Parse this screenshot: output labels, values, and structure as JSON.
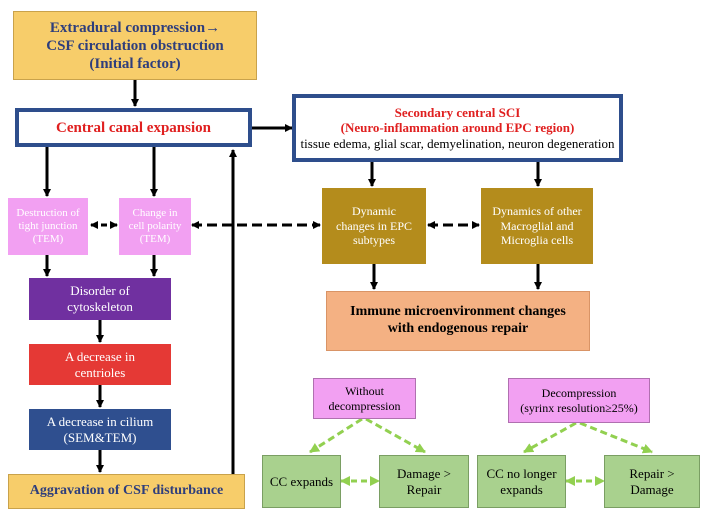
{
  "initial": {
    "line1": "Extradural compression→",
    "line2": "CSF circulation obstruction",
    "line3": "(Initial factor)"
  },
  "central": {
    "label": "Central canal expansion"
  },
  "secondary": {
    "line1": "Secondary central SCI",
    "line2": "(Neuro-inflammation around EPC region)",
    "line3": "tissue edema, glial scar, demyelination, neuron degeneration"
  },
  "tight": {
    "line1": "Destruction of",
    "line2": "tight junction",
    "line3": "(TEM)"
  },
  "polarity": {
    "line1": "Change in",
    "line2": "cell polarity",
    "line3": "(TEM)"
  },
  "epc": {
    "line1": "Dynamic",
    "line2": "changes in EPC",
    "line3": "subtypes"
  },
  "glia": {
    "line1": "Dynamics of other",
    "line2": "Macroglial and",
    "line3": "Microglia cells"
  },
  "immune": {
    "line1": "Immune microenvironment changes",
    "line2": "with endogenous repair"
  },
  "cyto": {
    "line1": "Disorder of",
    "line2": "cytoskeleton"
  },
  "centrioles": {
    "line1": "A decrease in",
    "line2": "centrioles"
  },
  "cilium": {
    "line1": "A decrease in cilium",
    "line2": "(SEM&TEM)"
  },
  "aggravation": {
    "label": "Aggravation of CSF disturbance"
  },
  "without": {
    "line1": "Without",
    "line2": "decompression",
    "left_line1": "CC expands",
    "right_line1": "Damage >",
    "right_line2": "Repair"
  },
  "decomp": {
    "line1": "Decompression",
    "line2": "(syrinx resolution≥25%)",
    "left_line1": "CC no longer",
    "left_line2": "expands",
    "right_line1": "Repair >",
    "right_line2": "Damage"
  },
  "colors": {
    "yellow": "#F7CD6A",
    "blue_border": "#2E4E8C",
    "red_text": "#E02020",
    "pink": "#F2A0F2",
    "gold": "#B48C1C",
    "salmon": "#F4B183",
    "purple": "#7030A0",
    "red": "#E53935",
    "navy": "#2F4F8F",
    "green": "#A9D18E",
    "green_arrow": "#92D050"
  }
}
